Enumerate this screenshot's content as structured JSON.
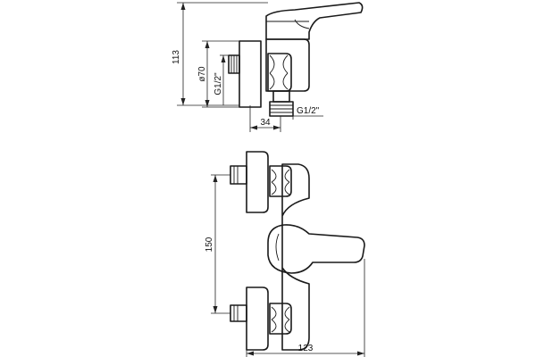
{
  "dimensions": {
    "overall_height": "113",
    "flange_diameter": "ø70",
    "inlet_thread_side": "G1/2\"",
    "outlet_thread": "G1/2\"",
    "outlet_offset": "34",
    "inlet_spacing": "150",
    "overall_width": "123"
  },
  "colors": {
    "line": "#1a1a1a",
    "background": "#ffffff"
  }
}
